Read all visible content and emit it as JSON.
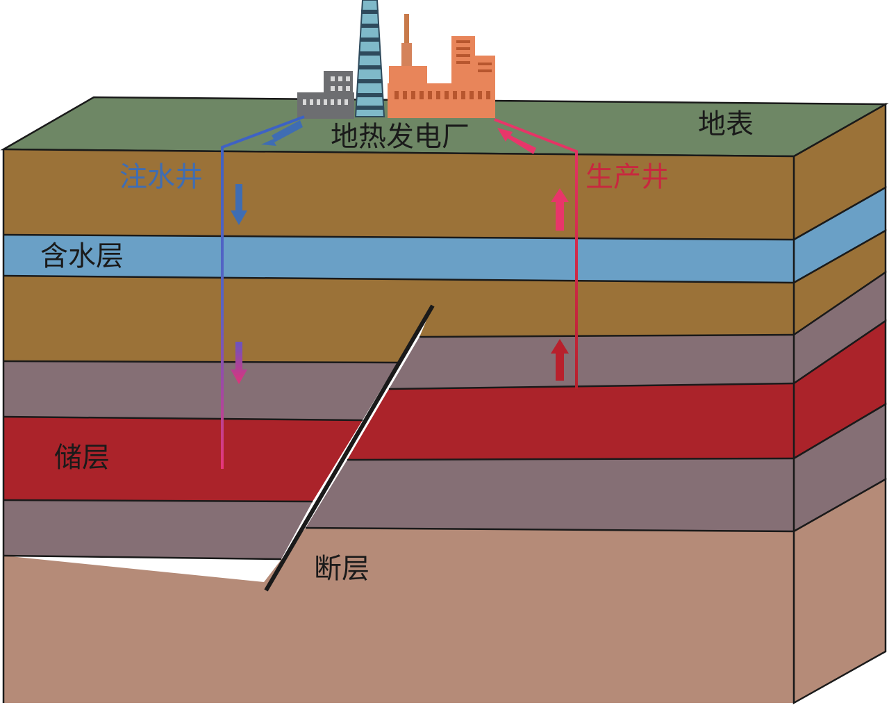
{
  "labels": {
    "surface": "地表",
    "plant": "地热发电厂",
    "injection_well": "注水井",
    "production_well": "生产井",
    "aquifer": "含水层",
    "reservoir": "储层",
    "fault": "断层"
  },
  "colors": {
    "surface": "#6e8765",
    "soil": "#9b7238",
    "aquifer": "#6aa0c6",
    "rock": "#856f75",
    "reservoir": "#ab232a",
    "basement": "#b58b78",
    "injection_text": "#3f6db3",
    "production_text": "#c8283f",
    "text": "#1a1a1a"
  }
}
